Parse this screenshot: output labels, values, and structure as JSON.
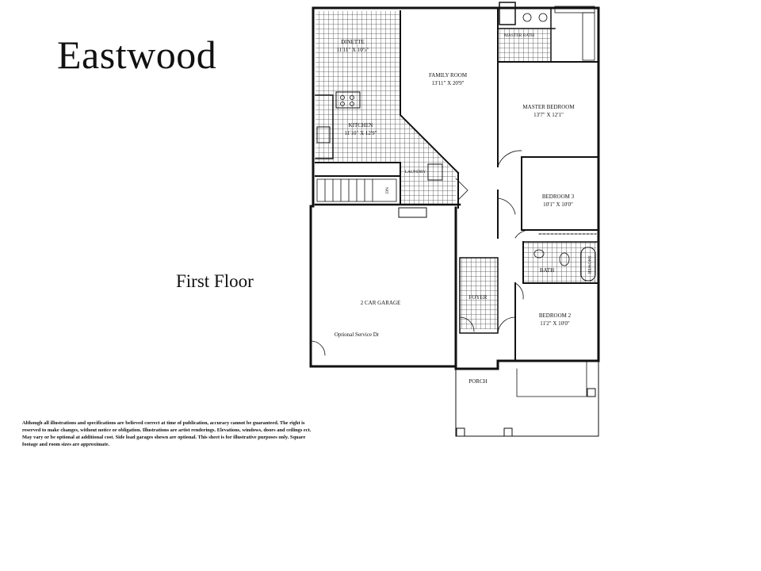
{
  "title": "Eastwood",
  "subtitle": "First Floor",
  "disclaimer": "Although all illustrations and specifications are believed correct at time of publication, accuracy cannot be guaranteed. The right is reserved to make changes, without notice or obligation. Illustrations are artist renderings. Elevations, windows, doors and ceilings ect. May vary or be optional at additional cost. Side load garages shown are optional. This sheet is for illustrative purposes only. Square footage and room sizes are approximate.",
  "rooms": {
    "dinette": {
      "name": "DINETTE",
      "size": "11'11\" X 10'5\""
    },
    "kitchen": {
      "name": "KITCHEN",
      "size": "11'10\" X 12'9\""
    },
    "family_room": {
      "name": "FAMILY ROOM",
      "size": "13'11\" X 20'9\""
    },
    "master_bedroom": {
      "name": "MASTER BEDROOM",
      "size": "13'7\" X 12'1\""
    },
    "master_bath": {
      "name": "MASTER BATH"
    },
    "laundry": {
      "name": "LAUNDRY"
    },
    "bedroom3": {
      "name": "BEDROOM 3",
      "size": "10'1\" X 10'0\""
    },
    "bedroom2": {
      "name": "BEDROOM 2",
      "size": "11'2\" X 10'0\""
    },
    "bath": {
      "name": "BATH"
    },
    "shower": {
      "name": "SHOWER"
    },
    "foyer": {
      "name": "FOYER"
    },
    "garage": {
      "name": "2 CAR GARAGE"
    },
    "service_door": {
      "name": "Optional Service Dr"
    },
    "porch": {
      "name": "PORCH"
    },
    "stairs": {
      "name": "DN"
    }
  }
}
